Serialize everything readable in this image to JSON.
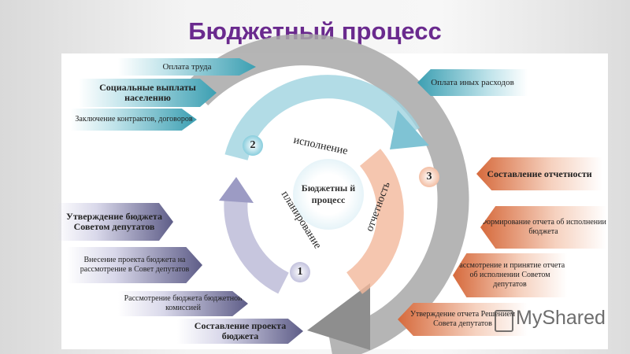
{
  "title": "Бюджетный процесс",
  "center_label": "Бюджетны й процесс",
  "stages": [
    {
      "number": "1",
      "label": "планирование"
    },
    {
      "number": "2",
      "label": "исполнение"
    },
    {
      "number": "3",
      "label": "отчетность"
    }
  ],
  "execution_items": [
    "Оплата труда",
    "Социальные выплаты населению",
    "Заключение контрактов, договоров",
    "Оплата иных расходов"
  ],
  "planning_items": [
    "Утверждение бюджета Советом депутатов",
    "Внесение проекта бюджета на рассмотрение в Совет депутатов",
    "Рассмотрение бюджета бюджетной комиссией",
    "Составление проекта бюджета"
  ],
  "reporting_items": [
    "Составление отчетности",
    "Формирование отчета об исполнении бюджета",
    "Рассмотрение и принятие отчета об исполнении Советом депутатов",
    "Утверждение отчета Решением Совета депутатов"
  ],
  "watermark": "MyShared",
  "colors": {
    "title": "#6a2a8e",
    "execution": "#3c9fb2",
    "planning": "#5e5d88",
    "reporting": "#d66a3c",
    "ring": "#9a9a9a"
  }
}
